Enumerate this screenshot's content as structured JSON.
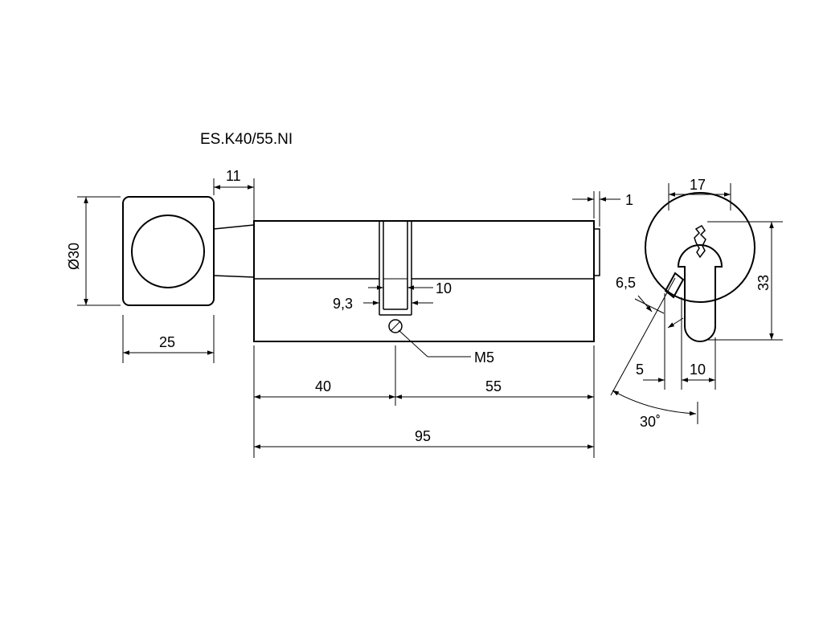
{
  "drawing": {
    "title": "ES.K40/55.NI",
    "dims": {
      "knob_depth": "11",
      "knob_diameter": "Ø30",
      "knob_width": "25",
      "cam_offset_top": "10",
      "cam_offset_bottom": "9,3",
      "screw_hole": "M5",
      "left_length": "40",
      "right_length": "55",
      "total_length": "95",
      "end_gap": "1",
      "profile_width": "17",
      "profile_height": "33",
      "cam_thickness": "6,5",
      "profile_offset": "5",
      "profile_bottom_width": "10",
      "cam_angle": "30˚"
    }
  }
}
